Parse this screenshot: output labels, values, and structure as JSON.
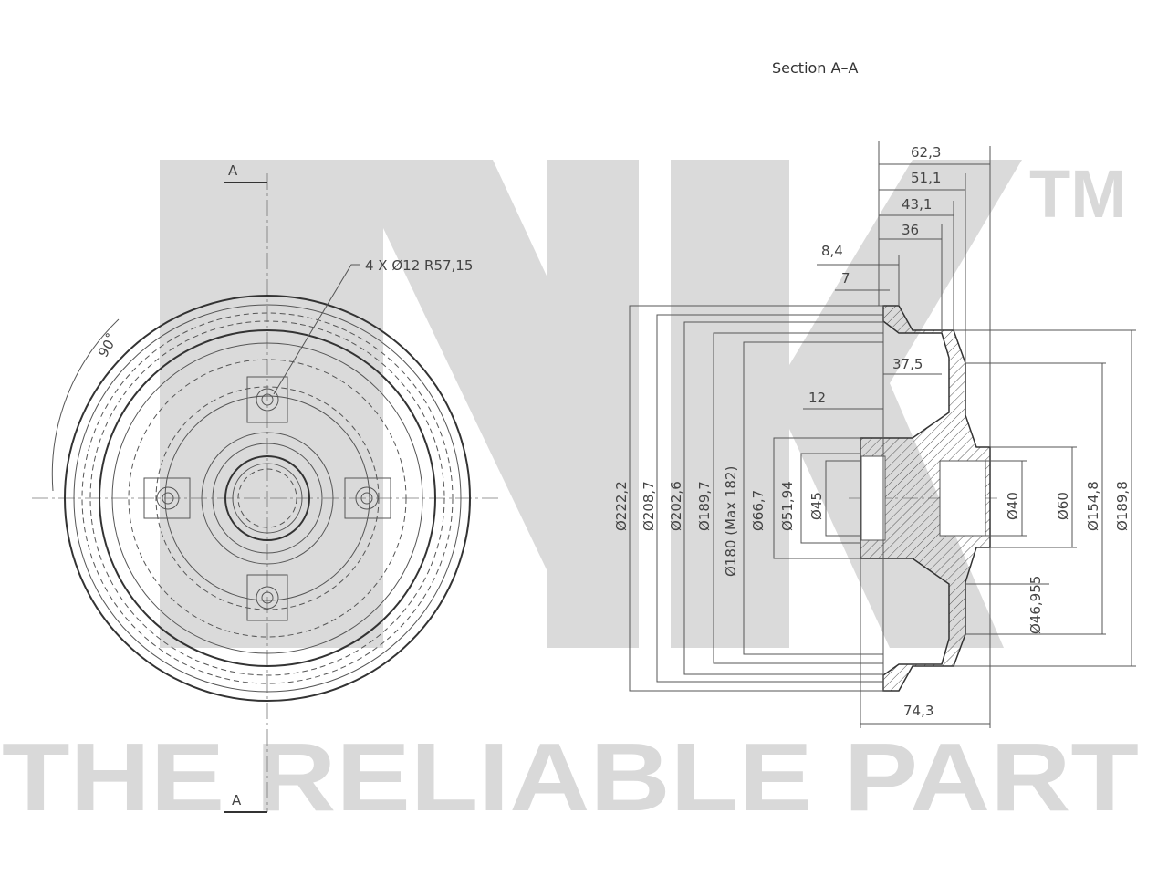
{
  "section_title": "Section A–A",
  "section_marker": "A",
  "front_view": {
    "hole_callout": "4  X  Ø12    R57,15",
    "angle_label": "90˚"
  },
  "dimensions_top": [
    "62,3",
    "51,1",
    "43,1",
    "36",
    "8,4",
    "7"
  ],
  "dimensions_inner": [
    "37,5",
    "12"
  ],
  "dimensions_left": [
    "Ø222,2",
    "Ø208,7",
    "Ø202,6",
    "Ø189,7",
    "Ø180  (Max 182)",
    "Ø66,7",
    "Ø51,94",
    "Ø45"
  ],
  "dimensions_right": [
    "Ø40",
    "Ø60",
    "Ø154,8",
    "Ø189,8",
    "Ø46,955"
  ],
  "dimension_bottom": "74,3",
  "watermark": {
    "brand": "NK",
    "trademark": "TM",
    "tagline": "THE RELIABLE PART"
  }
}
